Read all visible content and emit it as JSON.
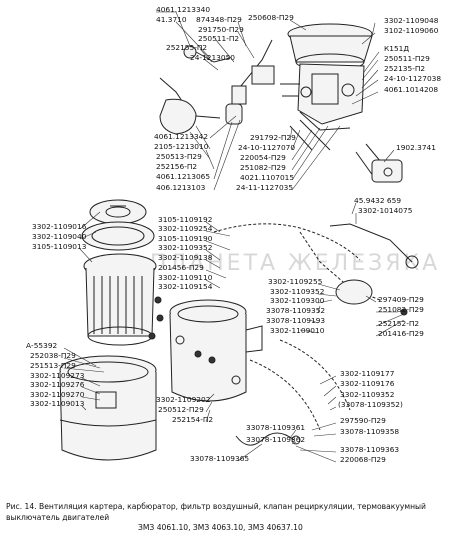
{
  "watermark": "ПЛАНЕТА ЖЕЛЕЗЯКА",
  "caption": {
    "line1": "Рис. 14. Вентиляция картера, карбюратор, фильтр воздушный, клапан рециркуляции, термовакуумный выключатель двигателей",
    "line2": "ЗМЗ 4061.10, ЗМЗ 4063.10, ЗМЗ 40637.10"
  },
  "labels": {
    "l01": "4061.1213340",
    "l02": "41.3710",
    "l03": "874348-П29",
    "l04": "291750-П29",
    "l05": "250511-П2",
    "l06": "252155-П2",
    "l07": "24-1213050",
    "l08": "250608-П29",
    "l09": "3302-1109048",
    "l10": "3102-1109060",
    "l11": "К151Д",
    "l12": "250511-П29",
    "l13": "252135-П2",
    "l14": "24-10-1127038",
    "l15": "4061.1014208",
    "l16": "4061.1213342",
    "l17": "2105-1213010",
    "l18": "250513-П29",
    "l19": "252156-П2",
    "l20": "4061.1213065",
    "l21": "406.1213103",
    "l22": "291792-П29",
    "l23": "24-10-1127070",
    "l24": "220054-П29",
    "l25": "251082-П29",
    "l26": "4021.1107015",
    "l27": "24-11-1127035",
    "l28": "1902.3741",
    "l29": "3302-1109016",
    "l30": "3302-1109040",
    "l31": "3105-1109013",
    "l32": "3105-1109192",
    "l33": "3302-1109254",
    "l34": "3105-1109190",
    "l35": "3302-1109352",
    "l36": "3302-1109138",
    "l37": "201456-П29",
    "l38": "3302-1109110",
    "l39": "3302-1109154",
    "l40": "45.9432 659",
    "l41": "3302-1014075",
    "l42": "3302-1109255",
    "l43": "3302-1109352",
    "l44": "3302-1109300",
    "l45": "33078-1109352",
    "l46": "297409-П29",
    "l47": "251082-П29",
    "l48": "33078-1109193",
    "l49": "3302-1109010",
    "l50": "252152-П2",
    "l51": "201416-П29",
    "l52": "А-55392",
    "l53": "252038-П29",
    "l54": "251513-П29",
    "l55": "3302-1109273",
    "l56": "3302-1109276",
    "l57": "3302-1109270",
    "l58": "3302-1109013",
    "l59": "3302-1109202",
    "l60": "250512-П29",
    "l61": "252154-П2",
    "l62": "3302-1109177",
    "l63": "3302-1109176",
    "l64": "3302-1109352",
    "l65": "(33078-1109352)",
    "l66": "297590-П29",
    "l67": "33078-1109358",
    "l68": "33078-1109361",
    "l69": "33078-1109362",
    "l70": "33078-1109363",
    "l71": "220068-П29",
    "l72": "33078-1109365"
  }
}
